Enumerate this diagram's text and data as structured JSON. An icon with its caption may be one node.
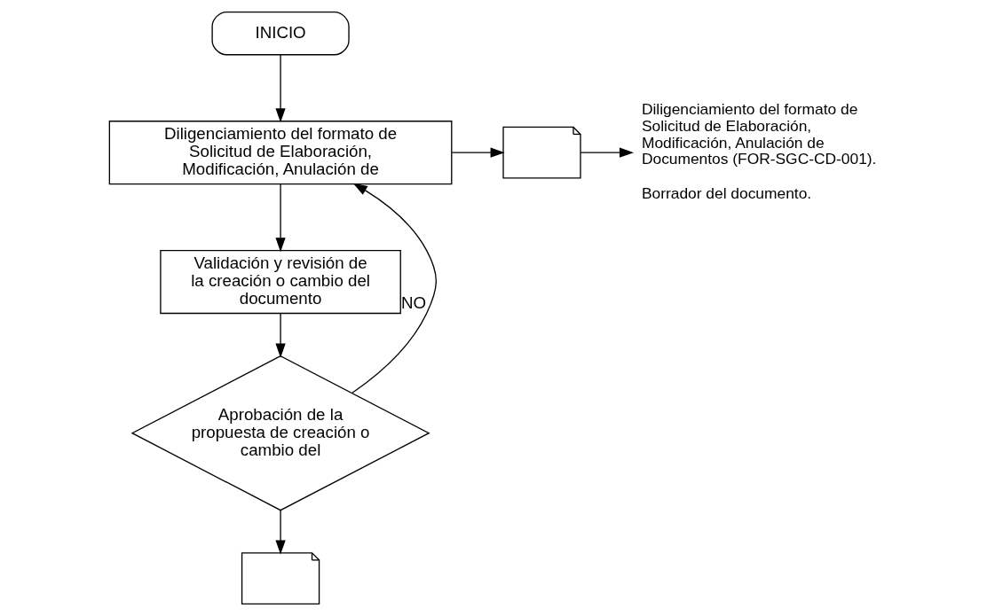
{
  "diagram": {
    "nodes": [
      {
        "text": [
          "INICIO"
        ]
      },
      {
        "text": [
          "Diligenciamiento del formato de Solicitud de Elaboración, Modificación, Anulación de"
        ]
      },
      {
        "text": [],
        "shape": "document"
      },
      {
        "text": [
          "Diligenciamiento del formato de Solicitud de Elaboración, Modificación, Anulación de Documentos (FOR-SGC-CD-001).",
          "Borrador del documento."
        ]
      },
      {
        "text": [
          "Validación y revisión de la creación o cambio del documento"
        ]
      },
      {
        "text": [
          "Aprobación de la propuesta de creación o cambio del"
        ]
      },
      {
        "text": [],
        "shape": "document"
      }
    ],
    "edges": [
      {
        "from": 0,
        "to": 1,
        "arrow": "to"
      },
      {
        "from": 1,
        "to": 2,
        "arrow": "to"
      },
      {
        "from": 2,
        "to": 3,
        "arrow": "to"
      },
      {
        "from": 1,
        "to": 4,
        "arrow": "to"
      },
      {
        "from": 4,
        "to": 5,
        "arrow": "to"
      },
      {
        "from": 5,
        "to": 1,
        "arrow": "to",
        "label": "NO"
      },
      {
        "from": 5,
        "to": 6,
        "arrow": "to"
      }
    ]
  }
}
